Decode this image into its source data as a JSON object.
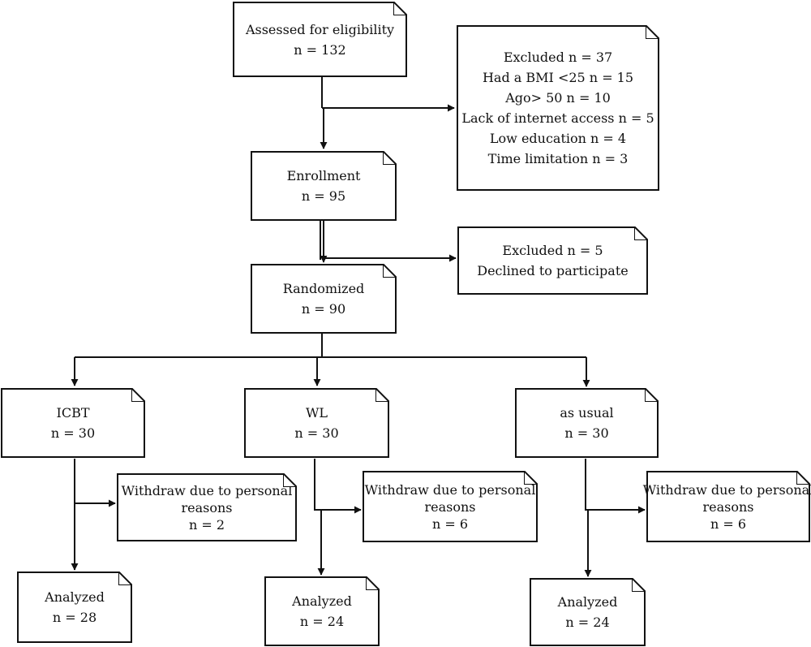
{
  "assessed": {
    "title": "Assessed for eligibility",
    "count": "n = 132"
  },
  "excluded1": {
    "lines": [
      "Excluded n = 37",
      "Had a BMI <25 n = 15",
      "Ago> 50 n = 10",
      "Lack of internet access n = 5",
      "Low education n = 4",
      "Time limitation n = 3"
    ]
  },
  "enrollment": {
    "title": "Enrollment",
    "count": "n = 95"
  },
  "excluded2": {
    "lines": [
      "Excluded n = 5",
      "Declined to participate"
    ]
  },
  "randomized": {
    "title": "Randomized",
    "count": "n = 90"
  },
  "arms": [
    {
      "group": {
        "title": "ICBT",
        "count": "n = 30"
      },
      "withdraw": {
        "line1": "Withdraw due to personal",
        "line2": "reasons",
        "count": "n = 2"
      },
      "analyzed": {
        "title": "Analyzed",
        "count": "n = 28"
      }
    },
    {
      "group": {
        "title": "WL",
        "count": "n = 30"
      },
      "withdraw": {
        "line1": "Withdraw due to personal",
        "line2": "reasons",
        "count": "n = 6"
      },
      "analyzed": {
        "title": "Analyzed",
        "count": "n = 24"
      }
    },
    {
      "group": {
        "title": "as usual",
        "count": "n = 30"
      },
      "withdraw": {
        "line1": "Withdraw due to personal",
        "line2": "reasons",
        "count": "n = 6"
      },
      "analyzed": {
        "title": "Analyzed",
        "count": "n = 24"
      }
    }
  ]
}
